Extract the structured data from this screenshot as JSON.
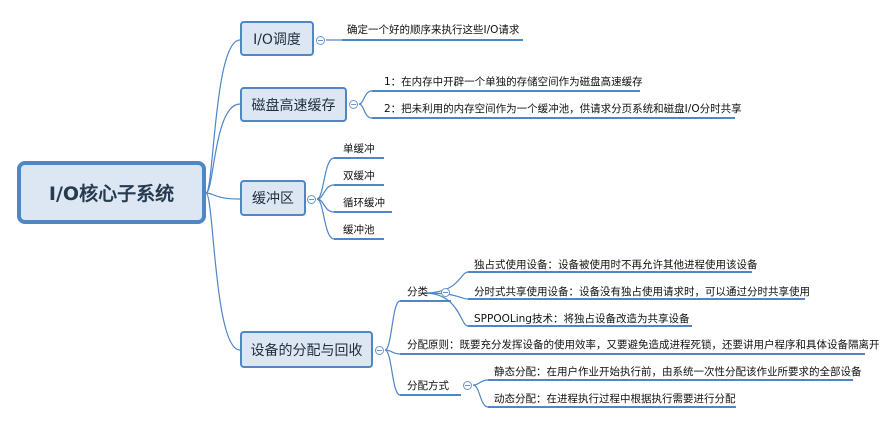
{
  "root": {
    "label": "I/O核心子系统"
  },
  "branches": {
    "io_schedule": {
      "label": "I/O调度",
      "children": [
        "确定一个好的顺序来执行这些I/O请求"
      ]
    },
    "disk_cache": {
      "label": "磁盘高速缓存",
      "children": [
        "1：在内存中开辟一个单独的存储空间作为磁盘高速缓存",
        "2：把未利用的内存空间作为一个缓冲池，供请求分页系统和磁盘I/O分时共享"
      ]
    },
    "buffer": {
      "label": "缓冲区",
      "children": [
        "单缓冲",
        "双缓冲",
        "循环缓冲",
        "缓冲池"
      ]
    },
    "device_alloc": {
      "label": "设备的分配与回收",
      "classify": {
        "label": "分类",
        "children": [
          "独占式使用设备：设备被使用时不再允许其他进程使用该设备",
          "分时式共享使用设备：设备没有独占使用请求时，可以通过分时共享使用",
          "SPPOOLing技术：将独占设备改造为共享设备"
        ]
      },
      "principle": "分配原则：既要充分发挥设备的使用效率，又要避免造成进程死锁，还要讲用户程序和具体设备隔离开",
      "method": {
        "label": "分配方式",
        "children": [
          "静态分配：在用户作业开始执行前，由系统一次性分配该作业所要求的全部设备",
          "动态分配：在进程执行过程中根据执行需要进行分配"
        ]
      }
    }
  }
}
